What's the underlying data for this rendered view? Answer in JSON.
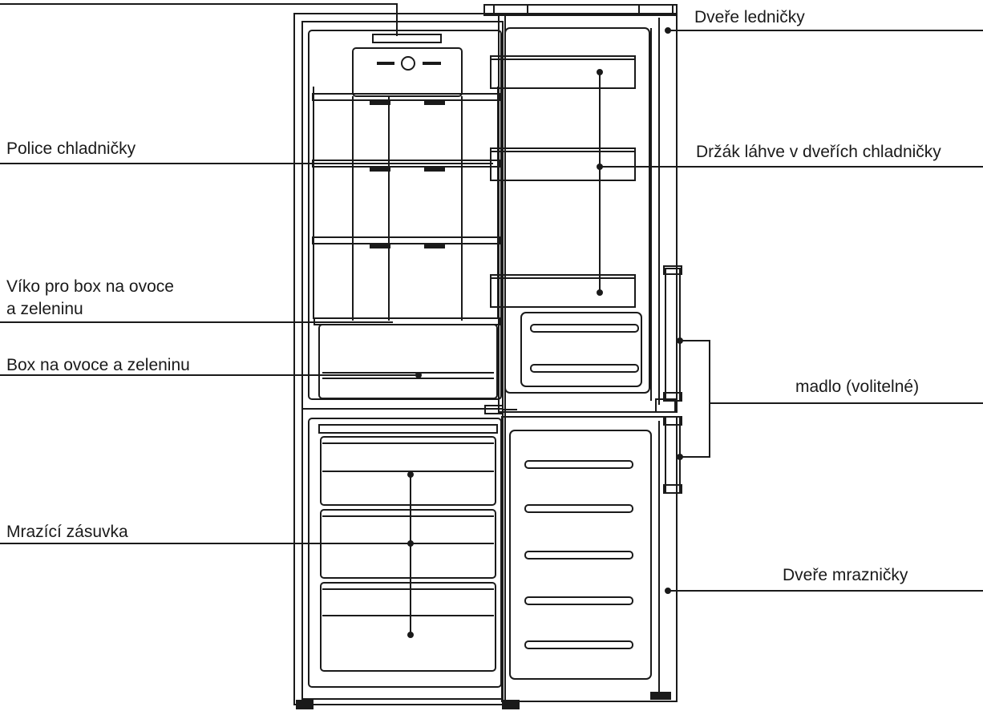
{
  "labels": {
    "fridge_door": "Dveře ledničky",
    "fridge_shelf": "Police chladničky",
    "bottle_holder": "Držák láhve v dveřích chladničky",
    "crisper_lid_line1": "Víko pro box na ovoce",
    "crisper_lid_line2": "a zeleninu",
    "crisper_box": "Box na ovoce a zeleninu",
    "handle": "madlo (volitelné)",
    "freezer_drawer": "Mrazící zásuvka",
    "freezer_door": "Dveře mrazničky"
  },
  "colors": {
    "stroke": "#1a1a1a",
    "background": "#ffffff"
  }
}
